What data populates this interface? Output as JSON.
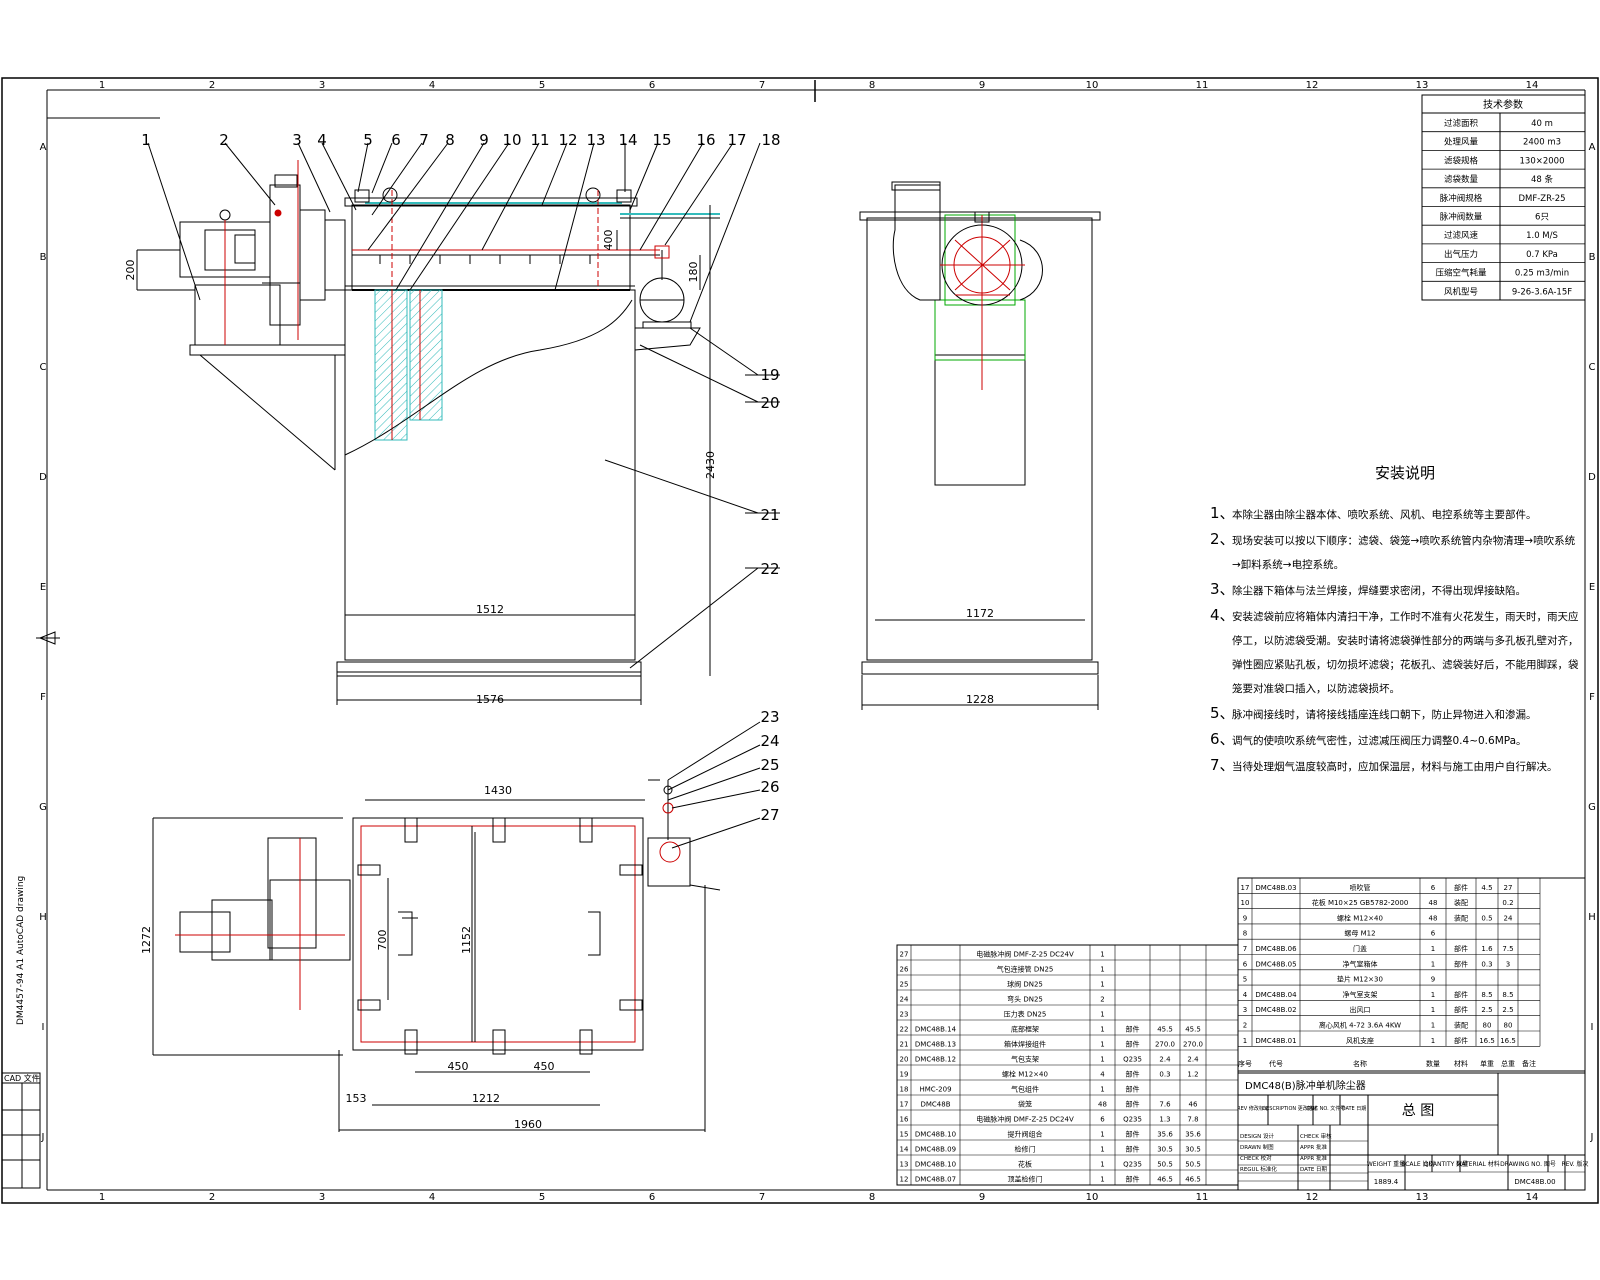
{
  "frame": {
    "columns": [
      "1",
      "2",
      "3",
      "4",
      "5",
      "6",
      "7",
      "8",
      "9",
      "10",
      "11",
      "12",
      "13",
      "14"
    ],
    "rows": [
      "A",
      "B",
      "C",
      "D",
      "E",
      "F",
      "G",
      "H",
      "I",
      "J"
    ]
  },
  "callouts": {
    "top": [
      "1",
      "2",
      "3",
      "4",
      "5",
      "6",
      "7",
      "8",
      "9",
      "10",
      "11",
      "12",
      "13",
      "14",
      "15",
      "16",
      "17",
      "18"
    ],
    "right": [
      "19",
      "20",
      "21",
      "22"
    ],
    "plan": [
      "23",
      "24",
      "25",
      "26",
      "27"
    ]
  },
  "dimensions": {
    "front": [
      "200",
      "400",
      "180",
      "2430",
      "1512",
      "1576"
    ],
    "side": [
      "1172",
      "1228"
    ],
    "plan": [
      "1430",
      "1272",
      "700",
      "1152",
      "450",
      "450",
      "153",
      "1212",
      "1960"
    ]
  },
  "tech_params": {
    "title": "技术参数",
    "rows": [
      [
        "过滤面积",
        "40 m"
      ],
      [
        "处理风量",
        "2400 m3"
      ],
      [
        "滤袋规格",
        "130×2000"
      ],
      [
        "滤袋数量",
        "48 条"
      ],
      [
        "脉冲阀规格",
        "DMF-ZR-25"
      ],
      [
        "脉冲阀数量",
        "6只"
      ],
      [
        "过滤风速",
        "1.0 M/S"
      ],
      [
        "出气压力",
        "0.7 KPa"
      ],
      [
        "压缩空气耗量",
        "0.25 m3/min"
      ],
      [
        "风机型号",
        "9-26-3.6A-15F"
      ]
    ]
  },
  "install_notes": {
    "title": "安装说明",
    "items": [
      {
        "num": "1、",
        "text": "本除尘器由除尘器本体、喷吹系统、风机、电控系统等主要部件。"
      },
      {
        "num": "2、",
        "text": "现场安装可以按以下顺序：滤袋、袋笼→喷吹系统管内杂物清理→喷吹系统→卸料系统→电控系统。"
      },
      {
        "num": "3、",
        "text": "除尘器下箱体与法兰焊接，焊缝要求密闭，不得出现焊接缺陷。"
      },
      {
        "num": "4、",
        "text": "安装滤袋前应将箱体内清扫干净，工作时不准有火花发生，雨天时，雨天应停工，以防滤袋受潮。安装时请将滤袋弹性部分的两端与多孔板孔壁对齐，弹性圈应紧贴孔板，切勿损坏滤袋；花板孔、滤袋装好后，不能用脚踩，袋笼要对准袋口插入，以防滤袋损坏。"
      },
      {
        "num": "5、",
        "text": "脉冲阀接线时，请将接线插座连线口朝下，防止异物进入和渗漏。"
      },
      {
        "num": "6、",
        "text": "调气的使喷吹系统气密性，过滤减压阀压力调整0.4~0.6MPa。"
      },
      {
        "num": "7、",
        "text": "当待处理烟气温度较高时，应加保温层，材料与施工由用户自行解决。"
      }
    ]
  },
  "parts_upper": [
    [
      "17",
      "DMC48B.03",
      "喷吹管",
      "6",
      "部件",
      "4.5",
      "27",
      ""
    ],
    [
      "10",
      "",
      "花板 M10×25 GB5782-2000",
      "48",
      "装配",
      "",
      "0.2",
      ""
    ],
    [
      "9",
      "",
      "螺栓 M12×40",
      "48",
      "装配",
      "0.5",
      "24",
      ""
    ],
    [
      "8",
      "",
      "螺母 M12",
      "6",
      "",
      "",
      "",
      ""
    ],
    [
      "7",
      "DMC48B.06",
      "门盖",
      "1",
      "部件",
      "1.6",
      "7.5",
      ""
    ],
    [
      "6",
      "DMC48B.05",
      "净气室箱体",
      "1",
      "部件",
      "0.3",
      "3",
      ""
    ],
    [
      "5",
      "",
      "垫片 M12×30",
      "9",
      "",
      "",
      "",
      ""
    ],
    [
      "4",
      "DMC48B.04",
      "净气室支架",
      "1",
      "部件",
      "8.5",
      "8.5",
      ""
    ],
    [
      "3",
      "DMC48B.02",
      "出风口",
      "1",
      "部件",
      "2.5",
      "2.5",
      ""
    ],
    [
      "2",
      "",
      "离心风机 4-72 3.6A 4KW",
      "1",
      "装配",
      "80",
      "80",
      ""
    ],
    [
      "1",
      "DMC48B.01",
      "风机支座",
      "1",
      "部件",
      "16.5",
      "16.5",
      ""
    ]
  ],
  "parts_upper_header": [
    "序号",
    "代号",
    "名称",
    "数量",
    "材料",
    "单重",
    "总重",
    "备注"
  ],
  "parts_lower": [
    [
      "27",
      "",
      "电磁脉冲阀 DMF-Z-25 DC24V",
      "1",
      "",
      "",
      "",
      ""
    ],
    [
      "26",
      "",
      "气包连接管 DN25",
      "1",
      "",
      "",
      "",
      ""
    ],
    [
      "25",
      "",
      "球阀 DN25",
      "1",
      "",
      "",
      "",
      ""
    ],
    [
      "24",
      "",
      "弯头 DN25",
      "2",
      "",
      "",
      "",
      ""
    ],
    [
      "23",
      "",
      "压力表 DN25",
      "1",
      "",
      "",
      "",
      ""
    ],
    [
      "22",
      "DMC48B.14",
      "底部框架",
      "1",
      "部件",
      "45.5",
      "45.5",
      ""
    ],
    [
      "21",
      "DMC48B.13",
      "箱体焊接组件",
      "1",
      "部件",
      "270.0",
      "270.0",
      ""
    ],
    [
      "20",
      "DMC48B.12",
      "气包支架",
      "1",
      "Q235",
      "2.4",
      "2.4",
      ""
    ],
    [
      "19",
      "",
      "螺栓 M12×40",
      "4",
      "部件",
      "0.3",
      "1.2",
      ""
    ],
    [
      "18",
      "HMC-209",
      "气包组件",
      "1",
      "部件",
      "",
      "",
      ""
    ],
    [
      "17",
      "DMC48B",
      "袋笼",
      "48",
      "部件",
      "7.6",
      "46",
      ""
    ],
    [
      "16",
      "",
      "电磁脉冲阀 DMF-Z-25 DC24V",
      "6",
      "Q235",
      "1.3",
      "7.8",
      ""
    ],
    [
      "15",
      "DMC48B.10",
      "提升阀组合",
      "1",
      "部件",
      "35.6",
      "35.6",
      ""
    ],
    [
      "14",
      "DMC48B.09",
      "检修门",
      "1",
      "部件",
      "30.5",
      "30.5",
      ""
    ],
    [
      "13",
      "DMC48B.10",
      "花板",
      "1",
      "Q235",
      "50.5",
      "50.5",
      ""
    ],
    [
      "12",
      "DMC48B.07",
      "顶盖检修门",
      "1",
      "部件",
      "46.5",
      "46.5",
      ""
    ]
  ],
  "title_block": {
    "product": "DMC48(B)脉冲单机除尘器",
    "drawing_name": "总  图",
    "rev_headers": [
      "REV 修改标记",
      "DESCRIPTION 更改描述",
      "DOC NO. 文件号",
      "DATE 日期"
    ],
    "sign_rows": [
      [
        "DESIGN 设计",
        "CHECK 审核"
      ],
      [
        "DRAWN 制图",
        "APPR 批准"
      ],
      [
        "CHECK 校对",
        "APPR 批准"
      ],
      [
        "REGUL 标准化",
        "DATE 日期"
      ]
    ],
    "info_headers": [
      "WEIGHT 重量",
      "SCALE 比例",
      "QUANTITY 数量",
      "MATERIAL 材料",
      "DRAWING NO. 图号",
      "REV. 版次"
    ],
    "weight": "1889.4",
    "drawing_no": "DMC48B.00"
  },
  "side_label": "DM4457-94 A1 AutoCAD drawing",
  "cad_label": "CAD 文件"
}
